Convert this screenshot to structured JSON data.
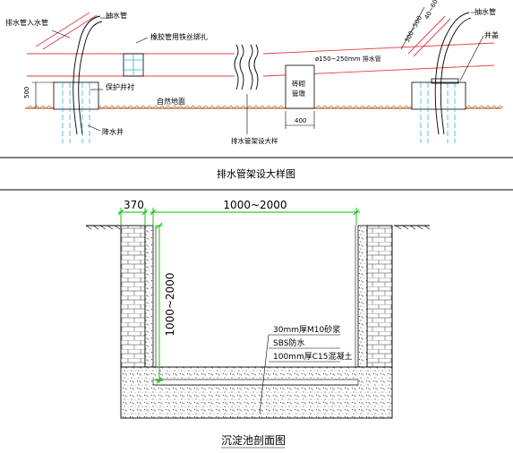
{
  "top_diagram": {
    "caption": "排水管架设大样图",
    "labels": {
      "inlet_pipe": "排水管入水管",
      "suction_pipe_left": "抽水管",
      "rubber_pipe_wire": "橡胶管用铁丝绑扎",
      "protect_liner": "保护井衬",
      "natural_ground": "自然地面",
      "dewatering_well": "降水井",
      "dim_500": "500",
      "pipe_spec": "ø150~250mm 排水管",
      "support_line1": "砖砌",
      "support_line2": "管墩",
      "dim_400": "400",
      "support_note": "排水管架设大样",
      "dim_300_500": "300~500",
      "dim_40_60": "40~60",
      "suction_pipe_right": "抽水管",
      "well_cover": "井盖"
    }
  },
  "bottom_diagram": {
    "title": "沉淀池剖面图",
    "dims": {
      "wall_thickness": "370",
      "width": "1000~2000",
      "depth": "1000~2000"
    },
    "layers": [
      "30mm厚M10砂浆",
      "SBS防水",
      "100mm厚C15混凝土"
    ]
  },
  "colors": {
    "line": "#000000",
    "pipe_red": "#e0404a",
    "ground_hatch": "#b56a3a",
    "water_cyan": "#29b6cf",
    "dim_green": "#00c000"
  }
}
